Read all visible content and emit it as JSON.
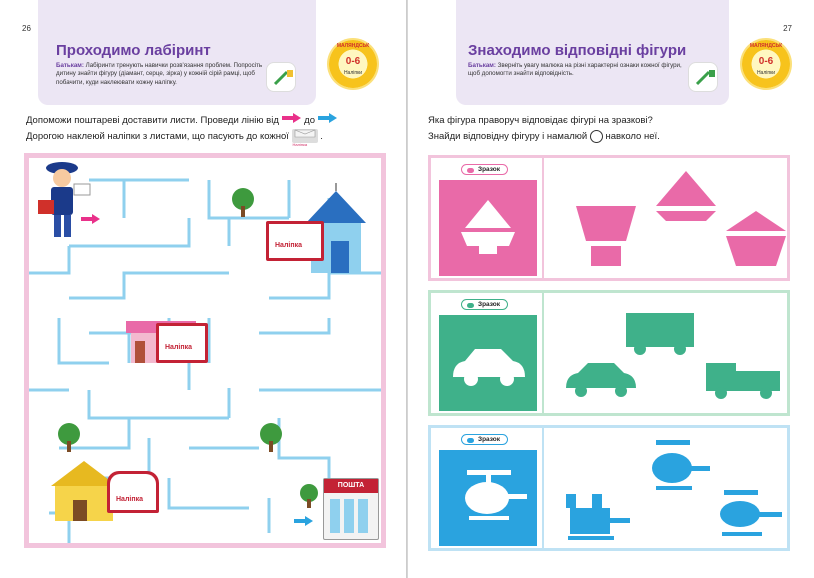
{
  "left": {
    "page_number": "26",
    "title": "Проходимо лабіринт",
    "note_label": "Батькам:",
    "note_text": "Лабіринти тренують навички розв'язання проблем. Попросіть дитину знайти фігуру (діамант, серце, зірка) у кожній сірій рамці, щоб побачити, куди наклеювати кожну наліпку.",
    "badge": {
      "top": "МАЛЯНДСЬК",
      "mid": "0-6",
      "bottom": "Наліпки"
    },
    "instruction_line1_a": "Допоможи поштареві доставити листи. Проведи лінію від",
    "instruction_line1_b": "до",
    "instruction_line2_a": "Дорогою наклеюй наліпки з листами, що пасують до кожної",
    "sticker_small": "Наліпка",
    "mailbox_labels": [
      "Наліпка",
      "Наліпка",
      "Наліпка"
    ],
    "post_office": "ПОШТА"
  },
  "right": {
    "page_number": "27",
    "title": "Знаходимо відповідні фігури",
    "note_label": "Батькам:",
    "note_text": "Зверніть увагу малюка на різні характерні ознаки кожної фігури, щоб допомогти знайти відповідність.",
    "badge": {
      "top": "МАЛЯНДСЬК",
      "mid": "0-6",
      "bottom": "Наліпки"
    },
    "instruction_line1": "Яка фігура праворуч відповідає фігурі на зразкові?",
    "instruction_line2_a": "Знайди відповідну фігуру і  намалюй",
    "instruction_line2_b": "навколо неї.",
    "sample_label": "Зразок",
    "colors": {
      "pink": "#e96aa8",
      "green": "#3fb18a",
      "blue": "#2aa3df"
    }
  }
}
